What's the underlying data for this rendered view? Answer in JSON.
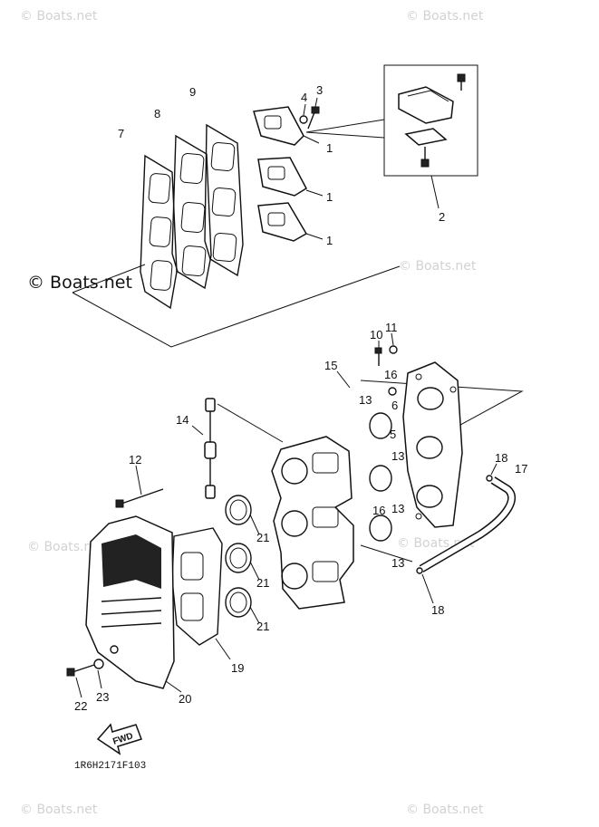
{
  "watermarks": {
    "corner": "© Boats.net",
    "center_left": "© Boats.net"
  },
  "diagram_code": "1R6H2171F103",
  "fwd_label": "FWD",
  "callouts": {
    "c1a": "1",
    "c1b": "1",
    "c1c": "1",
    "c2": "2",
    "c3": "3",
    "c4": "4",
    "c5": "5",
    "c6": "6",
    "c7": "7",
    "c8": "8",
    "c9": "9",
    "c10": "10",
    "c11": "11",
    "c12": "12",
    "c13a": "13",
    "c13b": "13",
    "c13c": "13",
    "c13d": "13",
    "c14": "14",
    "c15": "15",
    "c16a": "16",
    "c16b": "16",
    "c17": "17",
    "c18a": "18",
    "c18b": "18",
    "c19": "19",
    "c20": "20",
    "c21a": "21",
    "c21b": "21",
    "c21c": "21",
    "c22": "22",
    "c23": "23"
  }
}
